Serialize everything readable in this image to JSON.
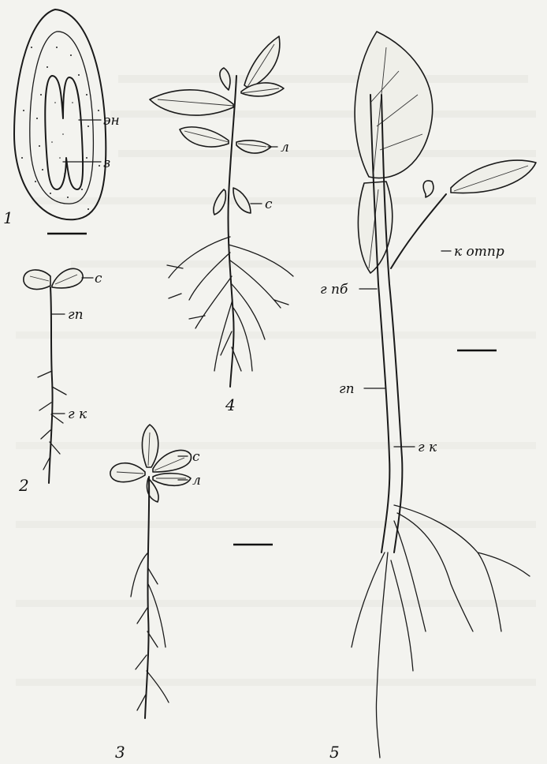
{
  "figure": {
    "panel_numbers": [
      "1",
      "2",
      "3",
      "4",
      "5"
    ],
    "labels": {
      "endosperm": "эн",
      "embryo": "з",
      "cotyledon": "с",
      "leaf": "л",
      "hypocotyl": "гп",
      "root_collar": "г к",
      "epicotyl": "г пб",
      "shoot": "к отпр"
    }
  }
}
